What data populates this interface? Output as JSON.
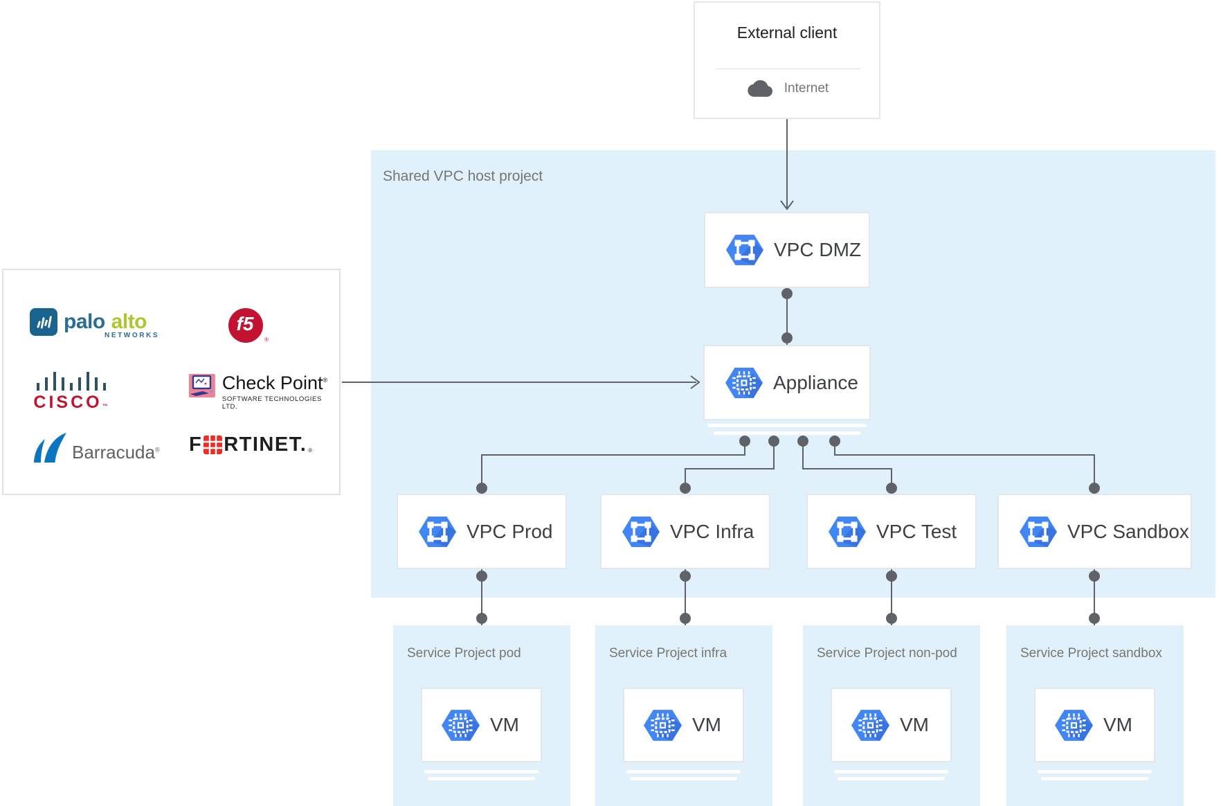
{
  "external_client": {
    "title": "External client",
    "network": "Internet"
  },
  "host_project": {
    "label": "Shared VPC host project",
    "nodes": {
      "dmz": "VPC DMZ",
      "appliance": "Appliance"
    },
    "vpcs": [
      {
        "label": "VPC Prod"
      },
      {
        "label": "VPC Infra"
      },
      {
        "label": "VPC Test"
      },
      {
        "label": "VPC Sandbox"
      }
    ]
  },
  "service_projects": [
    {
      "label": "Service Project pod",
      "vm": "VM"
    },
    {
      "label": "Service Project infra",
      "vm": "VM"
    },
    {
      "label": "Service Project non-pod",
      "vm": "VM"
    },
    {
      "label": "Service Project sandbox",
      "vm": "VM"
    }
  ],
  "vendor_panel": {
    "paloalto": {
      "part1": "palo",
      "part2": "alto",
      "sub": "NETWORKS"
    },
    "f5": {
      "text": "f5",
      "reg": "®"
    },
    "cisco": {
      "text": "CISCO",
      "tm": "™"
    },
    "checkpoint": {
      "title": "Check Point",
      "reg": "®",
      "sub": "SOFTWARE TECHNOLOGIES LTD."
    },
    "barracuda": {
      "text": "Barracuda",
      "reg": "®"
    },
    "fortinet": {
      "part1": "F",
      "part2": "RTINET.",
      "reg": "®"
    }
  },
  "colors": {
    "region_bg": "#e1f1fb",
    "hex_blue": "#4285f4",
    "connector": "#5f6368",
    "text_dark": "#3c4043",
    "text_gray": "#757575"
  }
}
